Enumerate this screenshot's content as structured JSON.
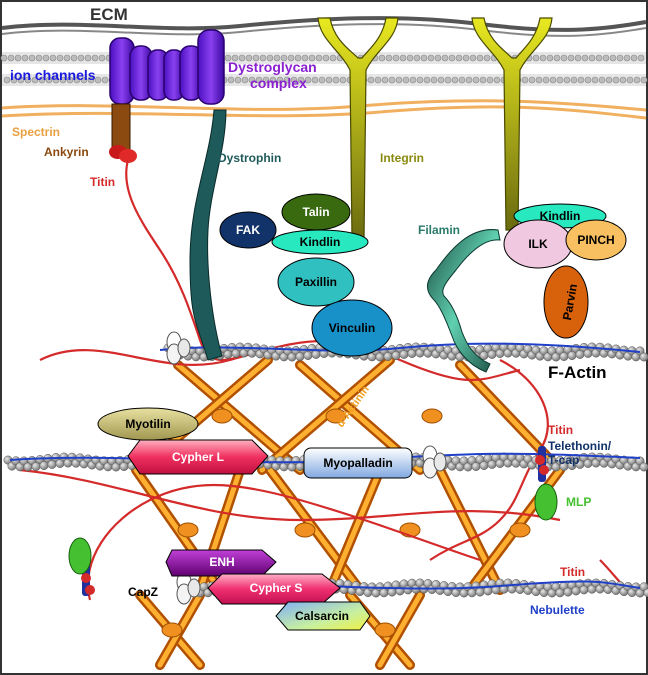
{
  "labels": {
    "ecm": "ECM",
    "ion_channels": "ion channels",
    "dystroglycan_1": "Dystroglycan",
    "dystroglycan_2": "complex",
    "spectrin": "Spectrin",
    "ankyrin": "Ankyrin",
    "titin_top": "Titin",
    "dystrophin": "Dystrophin",
    "integrin": "Integrin",
    "filamin": "Filamin",
    "f_actin": "F-Actin",
    "alpha_actinin": "α-Actinin",
    "titin_right": "Titin",
    "telethonin_1": "Telethonin/",
    "telethonin_2": "T-cap",
    "mlp": "MLP",
    "capz": "CapZ",
    "titin_bottom": "Titin",
    "nebulette": "Nebulette"
  },
  "proteins": {
    "fak": "FAK",
    "talin": "Talin",
    "kindlin_left": "Kindlin",
    "paxillin": "Paxillin",
    "vinculin": "Vinculin",
    "kindlin_right": "Kindlin",
    "ilk": "ILK",
    "pinch": "PINCH",
    "parvin": "Parvin",
    "myotilin": "Myotilin",
    "cypher_l": "Cypher L",
    "myopalladin": "Myopalladin",
    "enh": "ENH",
    "cypher_s": "Cypher S",
    "calsarcin": "Calsarcin"
  },
  "colors": {
    "ecm_line": "#555555",
    "ion_channel": "#6a1fd6",
    "spectrin": "#f0b060",
    "ankyrin": "#8a4a10",
    "titin": "#d42a2a",
    "dystrophin": "#1f5a5a",
    "integrin": "#d8d820",
    "filamin": "#2a8a70",
    "actin_bead": "#9a9a9a",
    "alpha_actinin": "#f0a020",
    "fak": "#12336a",
    "talin": "#3a6a10",
    "kindlin": "#28e8c0",
    "paxillin": "#30c0c0",
    "vinculin": "#1890c8",
    "ilk": "#f0c8e0",
    "pinch": "#f8c060",
    "parvin": "#d8620c",
    "myotilin": "#c8c070",
    "cypher_l": "#f03060",
    "myopalladin": "#a8c8f0",
    "enh": "#800898",
    "cypher_s": "#f03070",
    "calsarcin": "#90c8f0",
    "mlp": "#44c030",
    "nebulette": "#2040c8"
  }
}
